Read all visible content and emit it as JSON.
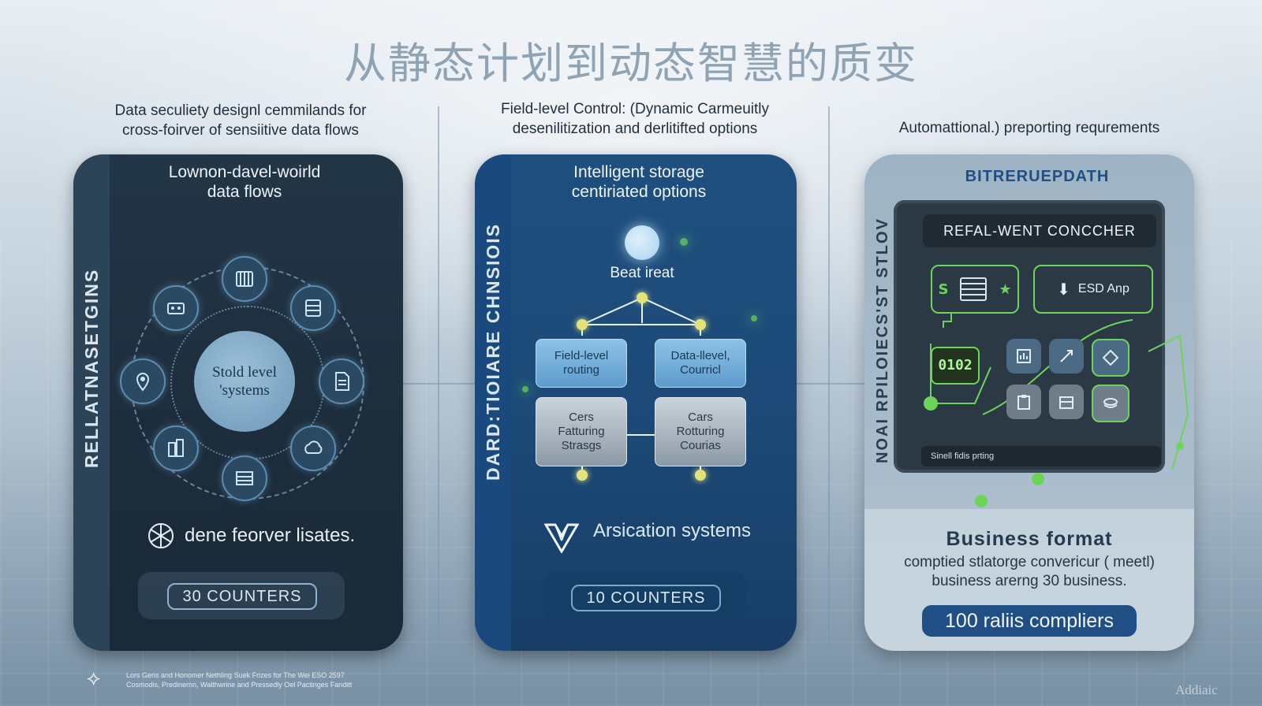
{
  "title": "从静态计划到动态智慧的质变",
  "columns": [
    {
      "caption": "Data seculiety designl cemmilands for\ncross-foirver of sensiitive data flows",
      "card_title": "Lownon-davel-woirld\ndata flows",
      "vertical_label": "RELLATNASETGINS",
      "core_label": "Stold level\n'systems",
      "footer": "dene feorver lisates.",
      "counter": "30 COUNTERS"
    },
    {
      "caption": "Field-level Control: (Dynamic Carmeuitly\ndesenilitization and derlitifted options",
      "card_title": "Intelligent storage\ncentiriated options",
      "vertical_label": "DARD:TIOIARE CHNSIOIS",
      "root_label": "Beat ireat",
      "box1": "Field-level\nrouting",
      "box2": "Data-llevel,\nCourricl",
      "box3": "Cers\nFatturing\nStrasgs",
      "box4": "Cars\nRotturing\nCourias",
      "footer": "Arsication systems",
      "counter": "10 COUNTERS"
    },
    {
      "caption": "Automattional.) preporting requrements",
      "card_title": "BITRERUEPDATH",
      "vertical_label": "NOAI RPILOIECS'ST STLOV",
      "panel_header": "REFAL-WENT CONCCHER",
      "chip_left": "S",
      "chip_right": "ESD Anp",
      "code_badge": "0102",
      "status_bar": "Sinell fidis prting",
      "biz_title": "Business format",
      "biz_desc": "comptied stlatorge convericur ( meetl)\nbusiness arerng 30 business.",
      "biz_button": "100 raliis compliers"
    }
  ],
  "footnote": {
    "line1": "Lors Geris and Honomer Nethling Suek Frizes for The Wei ESO 2597",
    "line2": "Cosmodis, Predinernn, Walthwrine and Pressedly Oel Pactinges Fanditt"
  },
  "watermark": "Addiaic",
  "icons": [
    "network-icon",
    "storage-icon",
    "map-pin-icon",
    "building-icon",
    "document-icon",
    "cloud-icon",
    "chart-icon",
    "asterisk-logo-icon",
    "tri-logo-icon"
  ]
}
